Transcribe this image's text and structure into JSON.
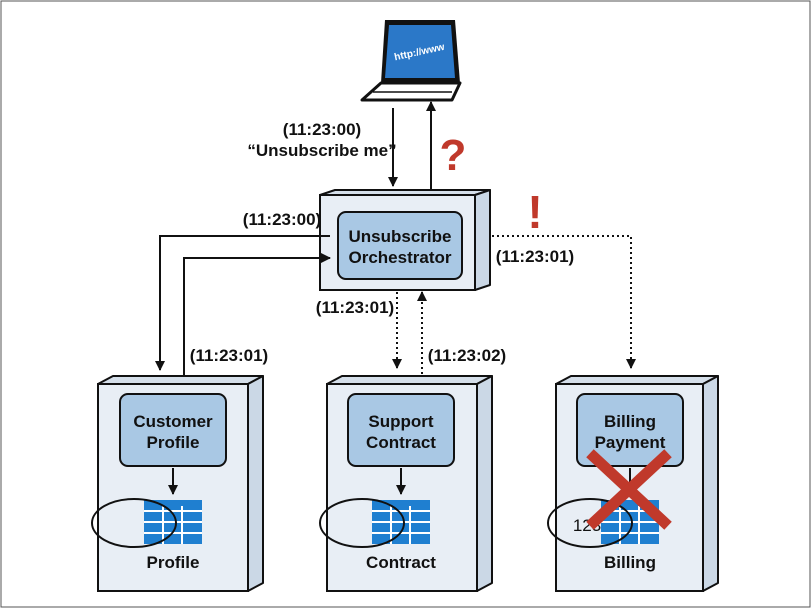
{
  "laptop": {
    "screen_text": "http://www"
  },
  "request": {
    "time": "(11:23:00)",
    "message": "“Unsubscribe me”"
  },
  "question_mark": "?",
  "exclamation_mark": "!",
  "orchestrator": {
    "line1": "Unsubscribe",
    "line2": "Orchestrator"
  },
  "timestamps": {
    "orch_to_profile": "(11:23:00)",
    "profile_to_orch": "(11:23:01)",
    "orch_to_contract": "(11:23:01)",
    "contract_to_orch": "(11:23:02)",
    "orch_to_billing": "(11:23:01)"
  },
  "services": [
    {
      "line1": "Customer",
      "line2": "Profile",
      "db_label": "Profile"
    },
    {
      "line1": "Support",
      "line2": "Contract",
      "db_label": "Contract"
    },
    {
      "line1": "Billing",
      "line2": "Payment",
      "db_label": "Billing"
    }
  ],
  "billing_overlay_number": "123",
  "colors": {
    "box_fill": "#e8eef5",
    "box_side": "#cbd8e6",
    "inner_fill": "#a9c8e4",
    "table_blue": "#1f7fd0",
    "alert_red": "#c0392b",
    "screen_blue": "#2b78c8"
  }
}
